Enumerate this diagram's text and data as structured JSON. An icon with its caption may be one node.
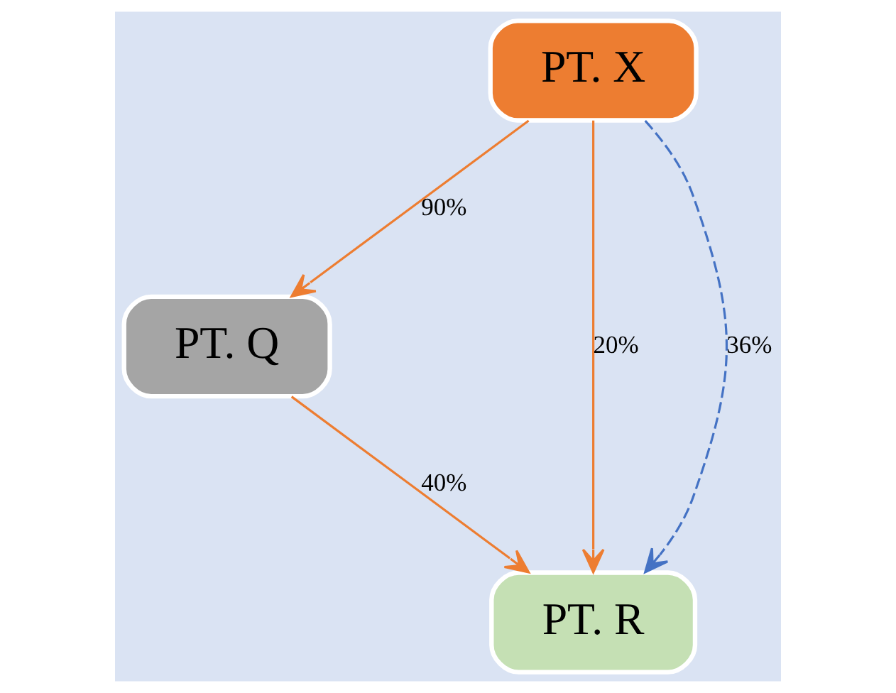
{
  "diagram": {
    "nodes": [
      {
        "text": [
          "PT. X"
        ]
      },
      {
        "text": [
          "PT. Q"
        ]
      },
      {
        "text": [
          "PT. R"
        ]
      }
    ],
    "edges": [
      {
        "from": 0,
        "to": 1,
        "arrow": "to",
        "label": "90%"
      },
      {
        "from": 0,
        "to": 2,
        "arrow": "to",
        "label": "20%"
      },
      {
        "from": 1,
        "to": 2,
        "arrow": "to",
        "label": "40%"
      },
      {
        "from": 0,
        "to": 2,
        "arrow": "to",
        "label": "36%",
        "style": "dashed",
        "color": "#4472c4"
      }
    ]
  }
}
